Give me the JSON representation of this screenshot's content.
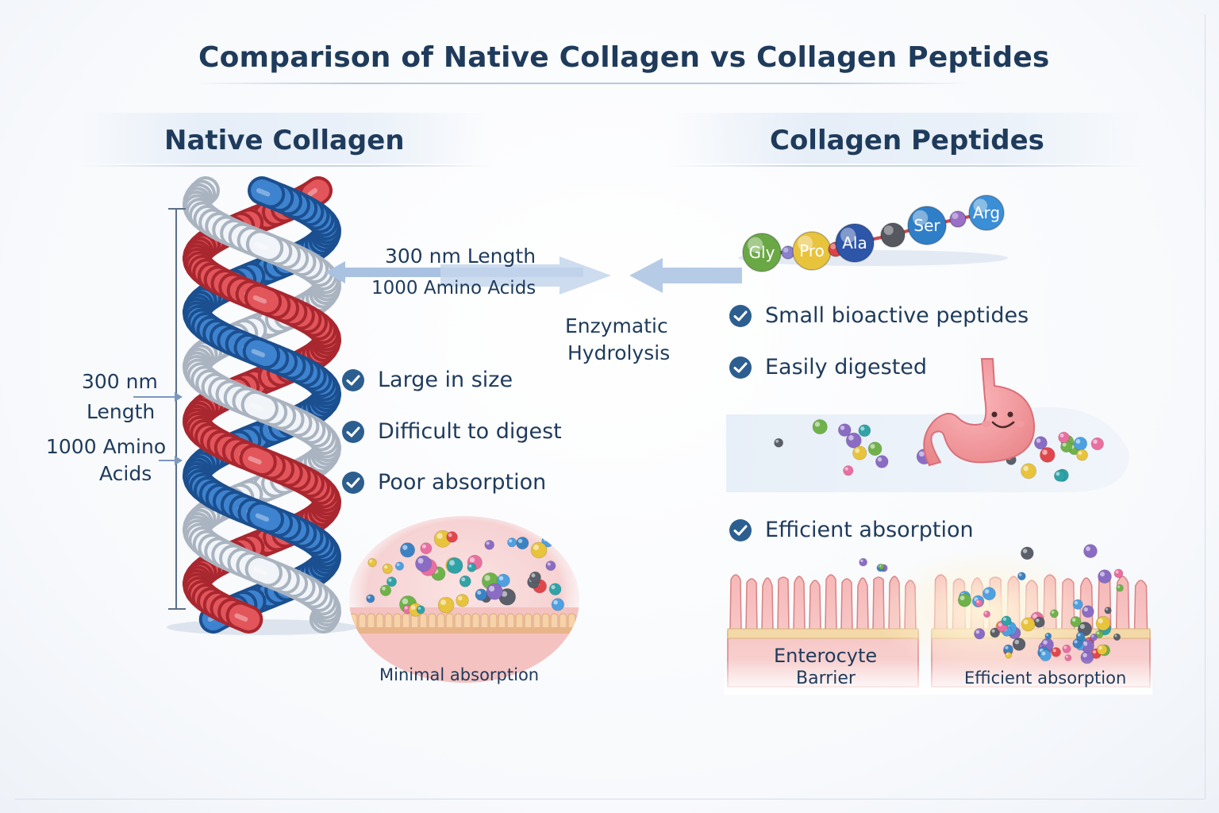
{
  "title": "Comparison of Native Collagen vs Collagen Peptides",
  "native": {
    "heading": "Native Collagen",
    "side_length": "300 nm",
    "side_length_unit": "Length",
    "side_amino_line1": "1000 Amino",
    "side_amino_line2": "Acids",
    "arrow_length": "300 nm Length",
    "arrow_amino": "1000 Amino Acids",
    "features": [
      "Large in size",
      "Difficult to digest",
      "Poor absorption"
    ],
    "absorption_caption": "Minimal absorption"
  },
  "process": {
    "line1": "Enzymatic",
    "line2": "Hydrolysis"
  },
  "peptides": {
    "heading": "Collagen Peptides",
    "chain": [
      "Gly",
      "Pro",
      "Ala",
      "Ser",
      "Arg"
    ],
    "features": [
      "Small bioactive peptides",
      "Easily digested"
    ],
    "efficient_label": "Efficient absorption",
    "barrier_line1": "Enterocyte",
    "barrier_line2": "Barrier",
    "efficient_caption": "Efficient absorption"
  },
  "colors": {
    "navy": "#1f3b5c",
    "check": "#2c5f8f",
    "strand_blue": "#2f6fb8",
    "strand_red": "#d9434a",
    "strand_white": "#e9edf2",
    "gly": "#6aa845",
    "pro": "#e8c33c",
    "ala": "#2d56a8",
    "ser": "#2f7fc8",
    "arg": "#3b8fd6",
    "tissue": "#f2a9a6"
  },
  "icons": [
    "check-circle-icon",
    "stomach-icon",
    "arrow-icon"
  ]
}
